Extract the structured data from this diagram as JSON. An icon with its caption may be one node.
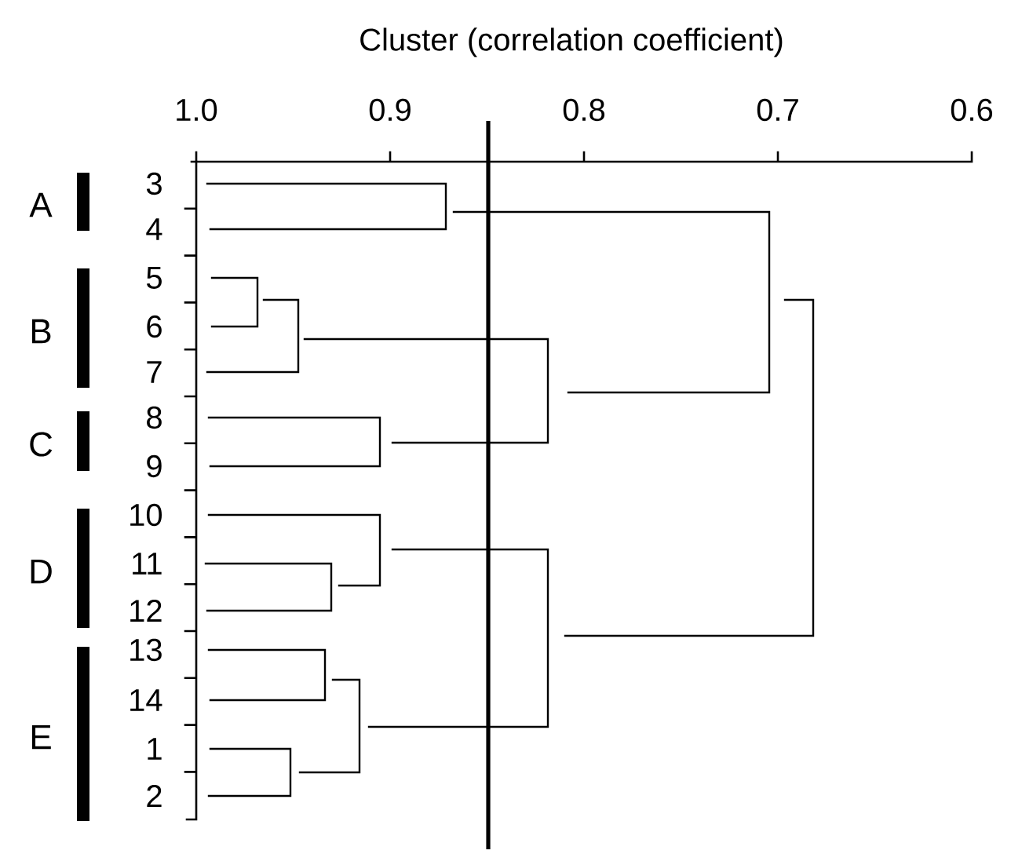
{
  "diagram": {
    "labels": [
      "Cluster (correlation coefficient)",
      "1.0",
      "0.9",
      "0.8",
      "0.7",
      "0.6",
      "A",
      "B",
      "C",
      "D",
      "E",
      "3",
      "4",
      "5",
      "6",
      "7",
      "8",
      "9",
      "10",
      "11",
      "12",
      "13",
      "14",
      "1",
      "2"
    ]
  }
}
